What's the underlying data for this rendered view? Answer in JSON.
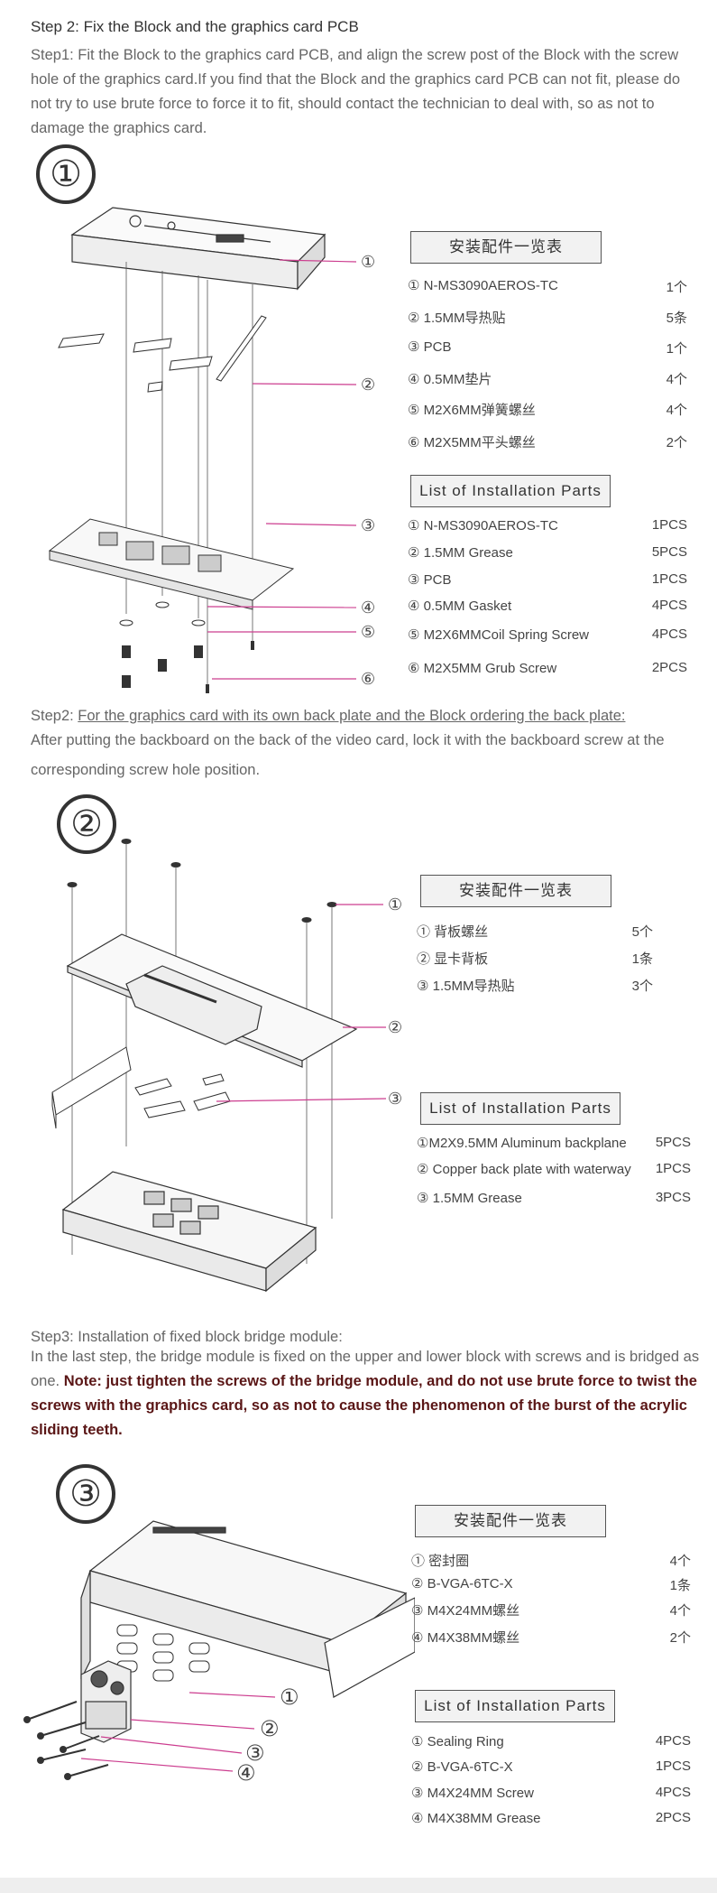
{
  "step2_heading": "Step 2: Fix the Block and the graphics card PCB",
  "step2_text": "Step1: Fit the Block to the graphics card PCB, and align the screw post of the Block with the screw hole of the graphics card.If you find that the Block and the graphics card PCB can not fit, please do not try to use brute force to force it to fit, should contact the technician to deal with, so as not to damage the graphics card.",
  "panel1": {
    "number": "①",
    "cn_title": "安装配件一览表",
    "cn_items": [
      {
        "label": "① N-MS3090AEROS-TC",
        "qty": "1个"
      },
      {
        "label": "② 1.5MM导热贴",
        "qty": "5条"
      },
      {
        "label": "③ PCB",
        "qty": "1个"
      },
      {
        "label": "④ 0.5MM垫片",
        "qty": "4个"
      },
      {
        "label": "⑤ M2X6MM弹簧螺丝",
        "qty": "4个"
      },
      {
        "label": "⑥ M2X5MM平头螺丝",
        "qty": "2个"
      }
    ],
    "en_title": "List of Installation Parts",
    "en_items": [
      {
        "label": "① N-MS3090AEROS-TC",
        "qty": "1PCS"
      },
      {
        "label": "② 1.5MM Grease",
        "qty": "5PCS"
      },
      {
        "label": "③ PCB",
        "qty": "1PCS"
      },
      {
        "label": "④ 0.5MM Gasket",
        "qty": "4PCS"
      },
      {
        "label": "⑤ M2X6MMCoil Spring Screw",
        "qty": "4PCS"
      },
      {
        "label": "⑥ M2X5MM Grub Screw",
        "qty": "2PCS"
      }
    ],
    "callouts": [
      "①",
      "②",
      "③",
      "④",
      "⑤",
      "⑥"
    ]
  },
  "step2b_line1_prefix": "Step2: ",
  "step2b_line1_rest": "For the graphics card with its own back plate and the Block ordering the back plate:",
  "step2b_text": "After putting the backboard on the back of the video card, lock it with the backboard screw at the corresponding screw hole position.",
  "panel2": {
    "number": "②",
    "cn_title": "安装配件一览表",
    "cn_items": [
      {
        "label": "① 背板螺丝",
        "qty": "5个"
      },
      {
        "label": "② 显卡背板",
        "qty": "1条"
      },
      {
        "label": "③ 1.5MM导热贴",
        "qty": "3个"
      }
    ],
    "en_title": "List of Installation Parts",
    "en_items": [
      {
        "label": "①M2X9.5MM Aluminum backplane",
        "qty": "5PCS"
      },
      {
        "label": "② Copper back plate with waterway",
        "qty": "1PCS"
      },
      {
        "label": "③ 1.5MM Grease",
        "qty": "3PCS"
      }
    ],
    "callouts": [
      "①",
      "②",
      "③"
    ]
  },
  "step3_heading": "Step3: Installation of fixed block bridge module:",
  "step3_text": "In the last step, the bridge module is fixed on the upper and lower block with screws and is bridged as one.",
  "step3_note": "Note: just tighten the screws of the bridge module, and do not use brute force to twist the screws with the graphics card, so as not to cause the phenomenon of the burst of the acrylic sliding teeth.",
  "panel3": {
    "number": "③",
    "cn_title": "安装配件一览表",
    "cn_items": [
      {
        "label": "① 密封圈",
        "qty": "4个"
      },
      {
        "label": "② B-VGA-6TC-X",
        "qty": "1条"
      },
      {
        "label": "③ M4X24MM螺丝",
        "qty": "4个"
      },
      {
        "label": "④ M4X38MM螺丝",
        "qty": "2个"
      }
    ],
    "en_title": "List of Installation Parts",
    "en_items": [
      {
        "label": "① Sealing Ring",
        "qty": "4PCS"
      },
      {
        "label": "② B-VGA-6TC-X",
        "qty": "1PCS"
      },
      {
        "label": "③ M4X24MM Screw",
        "qty": "4PCS"
      },
      {
        "label": "④ M4X38MM Grease",
        "qty": "2PCS"
      }
    ],
    "callouts": [
      "①",
      "②",
      "③",
      "④"
    ]
  },
  "colors": {
    "callout_line": "#cc3d8f",
    "text": "#666666",
    "note": "#5a1616"
  }
}
